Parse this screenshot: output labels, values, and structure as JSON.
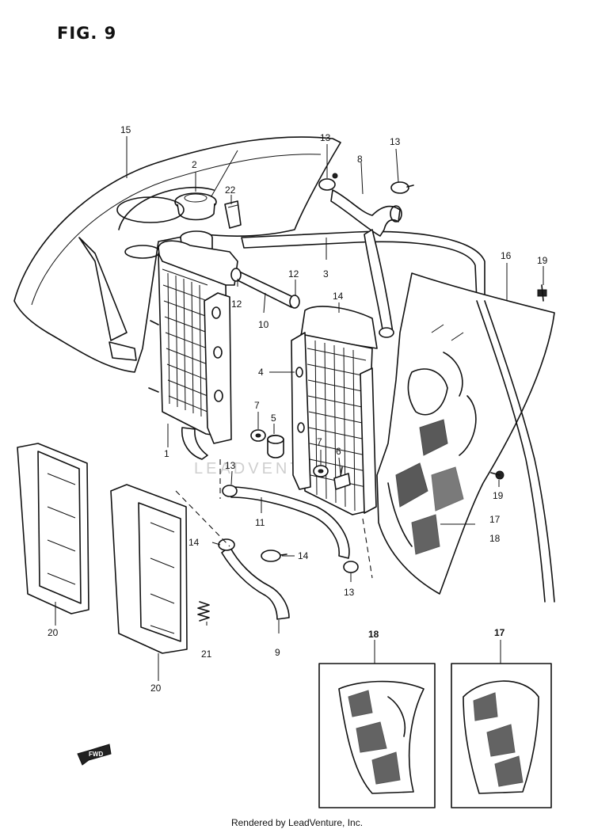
{
  "figure": {
    "title": "FIG. 9"
  },
  "footer": {
    "text": "Rendered by LeadVenture, Inc."
  },
  "watermark": {
    "text": "LEADVENTURE"
  },
  "front_indicator": {
    "text": "FWD"
  },
  "callouts": [
    {
      "id": "c15",
      "text": "15"
    },
    {
      "id": "c2",
      "text": "2"
    },
    {
      "id": "c22",
      "text": "22"
    },
    {
      "id": "c13a",
      "text": "13"
    },
    {
      "id": "c8",
      "text": "8"
    },
    {
      "id": "c13b",
      "text": "13"
    },
    {
      "id": "c3",
      "text": "3"
    },
    {
      "id": "c16",
      "text": "16"
    },
    {
      "id": "c19a",
      "text": "19"
    },
    {
      "id": "c12a",
      "text": "12"
    },
    {
      "id": "c12b",
      "text": "12"
    },
    {
      "id": "c10",
      "text": "10"
    },
    {
      "id": "c14a",
      "text": "14"
    },
    {
      "id": "c4",
      "text": "4"
    },
    {
      "id": "c7a",
      "text": "7"
    },
    {
      "id": "c5",
      "text": "5"
    },
    {
      "id": "c7b",
      "text": "7"
    },
    {
      "id": "c6",
      "text": "6"
    },
    {
      "id": "c1",
      "text": "1"
    },
    {
      "id": "c13c",
      "text": "13"
    },
    {
      "id": "c19b",
      "text": "19"
    },
    {
      "id": "c11",
      "text": "11"
    },
    {
      "id": "c17a",
      "text": "17"
    },
    {
      "id": "c18a",
      "text": "18"
    },
    {
      "id": "c14b",
      "text": "14"
    },
    {
      "id": "c14c",
      "text": "14"
    },
    {
      "id": "c13d",
      "text": "13"
    },
    {
      "id": "c20a",
      "text": "20"
    },
    {
      "id": "c21",
      "text": "21"
    },
    {
      "id": "c9",
      "text": "9"
    },
    {
      "id": "c20b",
      "text": "20"
    },
    {
      "id": "c18b",
      "text": "18"
    },
    {
      "id": "c17b",
      "text": "17"
    }
  ]
}
